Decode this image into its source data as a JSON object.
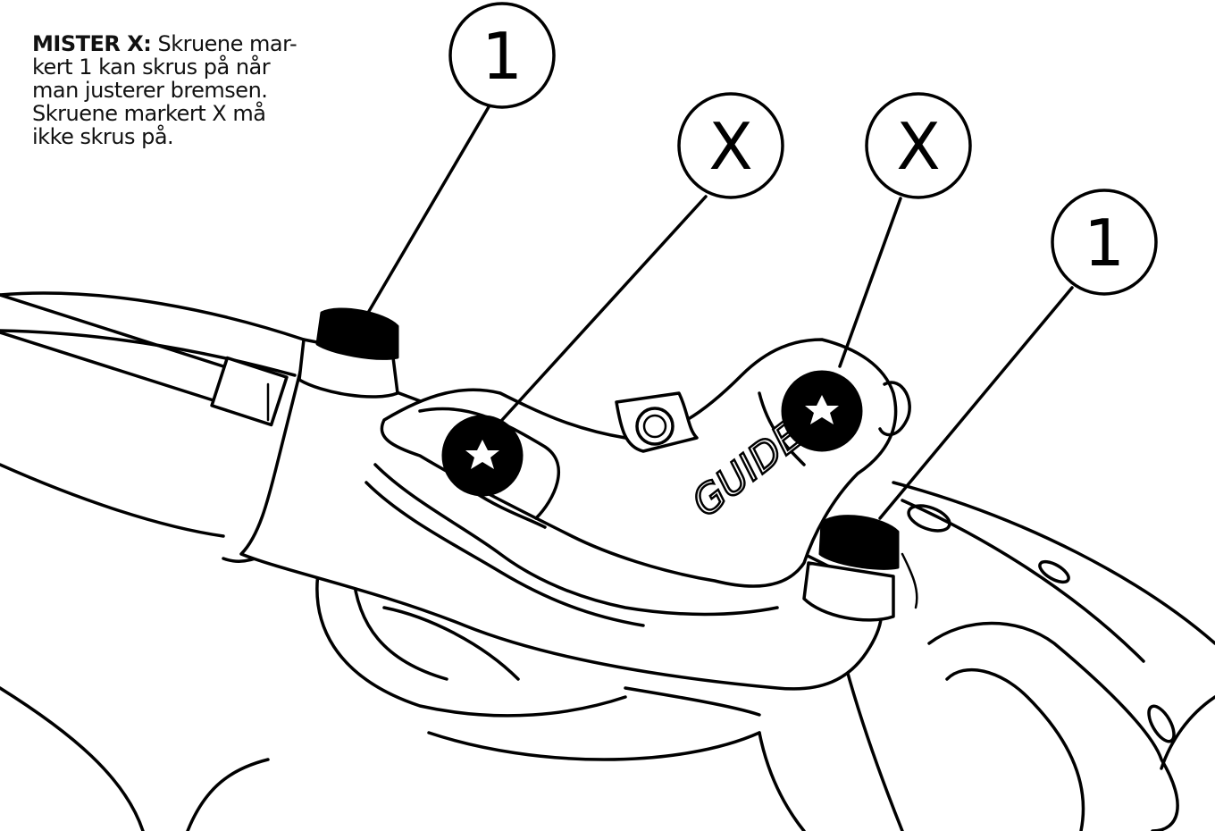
{
  "caption": {
    "lead": "MISTER X:",
    "line1": "Skruene mar-",
    "line2": "kert 1 kan skrus på når",
    "line3": "man justerer bremsen.",
    "line4": "Skruene markert X må",
    "line5": "ikke skrus på."
  },
  "callouts": [
    {
      "label": "1"
    },
    {
      "label": "X"
    },
    {
      "label": "X"
    },
    {
      "label": "1"
    }
  ],
  "brand_text": "GUIDE"
}
